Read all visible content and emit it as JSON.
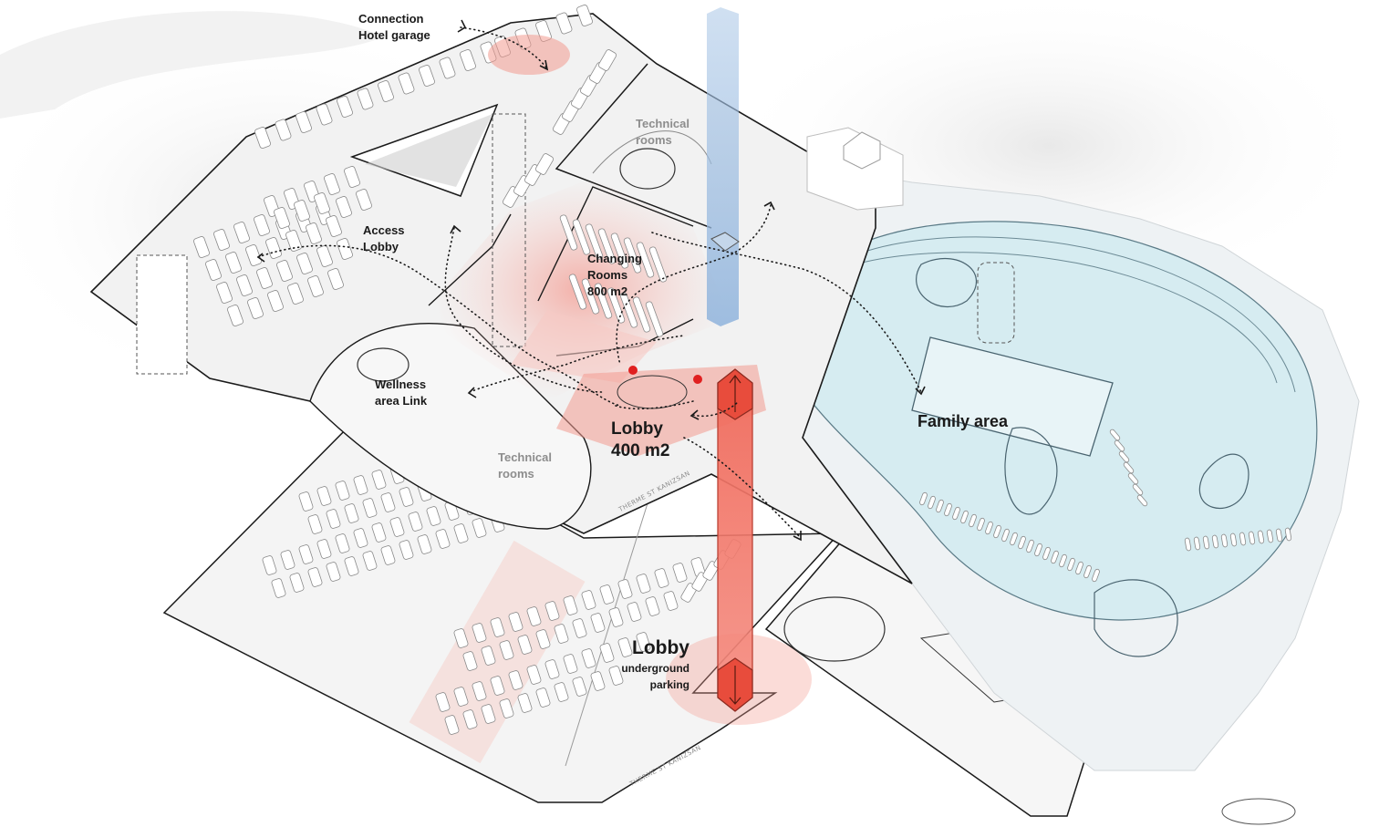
{
  "diagram": {
    "labels": {
      "connection_hotel_garage": [
        "Connection",
        "Hotel garage"
      ],
      "technical_rooms_top": [
        "Technical",
        "rooms"
      ],
      "access_lobby": [
        "Access",
        "Lobby"
      ],
      "changing_rooms": [
        "Changing",
        "Rooms",
        "800 m2"
      ],
      "wellness_area_link": [
        "Wellness",
        "area Link"
      ],
      "lobby_400": [
        "Lobby",
        "400 m2"
      ],
      "technical_rooms_bottom": [
        "Technical",
        "rooms"
      ],
      "family_area": "Family area",
      "lobby_underground": {
        "title": "Lobby",
        "sub": [
          "underground",
          "parking"
        ]
      }
    },
    "stamps": [
      "THERME ST KANIZSAN",
      "THERME ST KANIZSAN"
    ],
    "colors": {
      "lobby_red": "#f0695a",
      "pink_zone": "#f6c9c4",
      "blue_shaft": "#a9c6e6",
      "pool_blue": "#d6ecf1",
      "outline": "#1a1a1a",
      "marker": "#e02020"
    }
  }
}
